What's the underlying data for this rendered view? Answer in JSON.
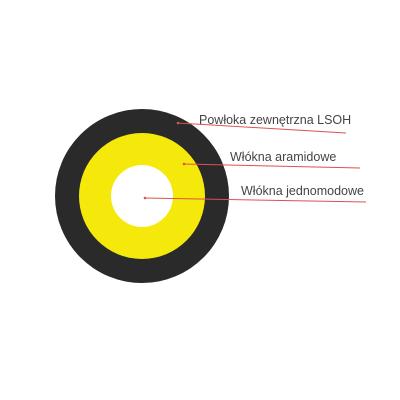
{
  "colors": {
    "background": "#ffffff",
    "outer_jacket": "#2a2a2a",
    "aramid_layer": "#f5e90c",
    "core": "#ffffff",
    "leader_line": "#d9534f",
    "label_text": "#444444"
  },
  "labels": {
    "outer_jacket": "Powłoka zewnętrzna LSOH",
    "aramid_fibers": "Włókna aramidowe",
    "singlemode_fibers": "Włókna jednomodowe"
  }
}
